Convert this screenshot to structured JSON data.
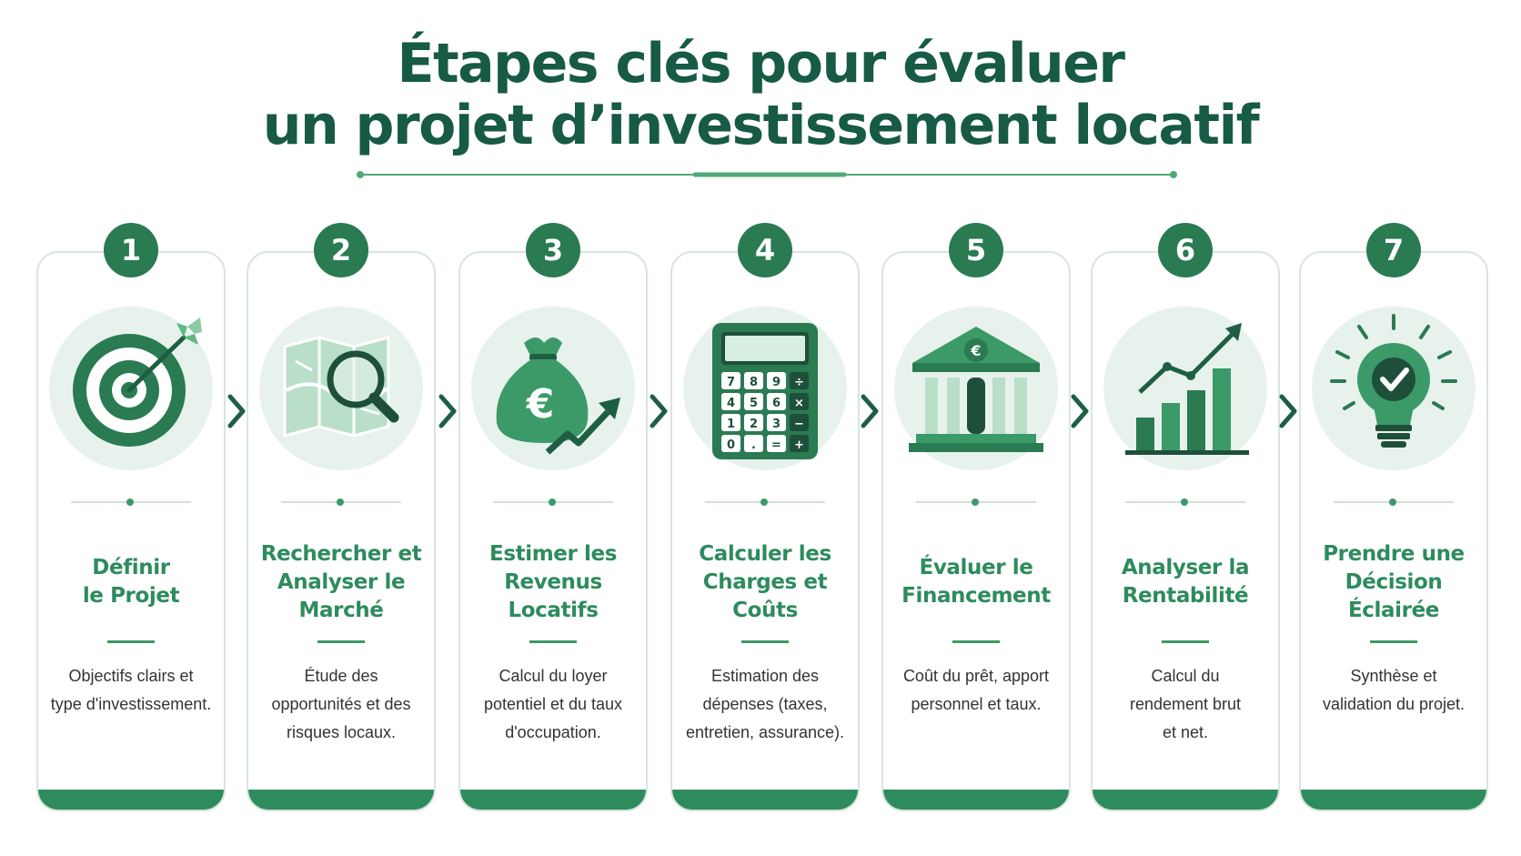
{
  "title": {
    "line1": "Étapes clés pour évaluer",
    "line2": "un projet d’investissement locatif"
  },
  "colors": {
    "dark_green": "#175a45",
    "accent_green": "#2e8b5e",
    "light_green": "#e7f2ec"
  },
  "steps": [
    {
      "number": "1",
      "icon": "target-arrow-icon",
      "title": "Définir\nle Projet",
      "description": "Objectifs clairs et\ntype d'investissement."
    },
    {
      "number": "2",
      "icon": "map-magnifier-icon",
      "title": "Rechercher et\nAnalyser le\nMarché",
      "description": "Étude des\nopportunités et des\nrisques locaux."
    },
    {
      "number": "3",
      "icon": "money-bag-euro-icon",
      "title": "Estimer les\nRevenus\nLocatifs",
      "description": "Calcul du loyer\npotentiel et du taux\nd'occupation."
    },
    {
      "number": "4",
      "icon": "calculator-icon",
      "title": "Calculer les\nCharges et\nCoûts",
      "description": "Estimation des\ndépenses (taxes,\nentretien, assurance)."
    },
    {
      "number": "5",
      "icon": "bank-euro-icon",
      "title": "Évaluer le\nFinancement",
      "description": "Coût du prêt, apport\npersonnel et taux."
    },
    {
      "number": "6",
      "icon": "growth-bar-chart-icon",
      "title": "Analyser la\nRentabilité",
      "description": "Calcul du\nrendement brut\net net."
    },
    {
      "number": "7",
      "icon": "lightbulb-check-icon",
      "title": "Prendre une\nDécision\nÉclairée",
      "description": "Synthèse et\nvalidation du projet."
    }
  ],
  "calculator_keys": [
    "7",
    "8",
    "9",
    "÷",
    "4",
    "5",
    "6",
    "×",
    "1",
    "2",
    "3",
    "−",
    "0",
    ".",
    "=",
    "+"
  ],
  "euro_symbol": "€"
}
